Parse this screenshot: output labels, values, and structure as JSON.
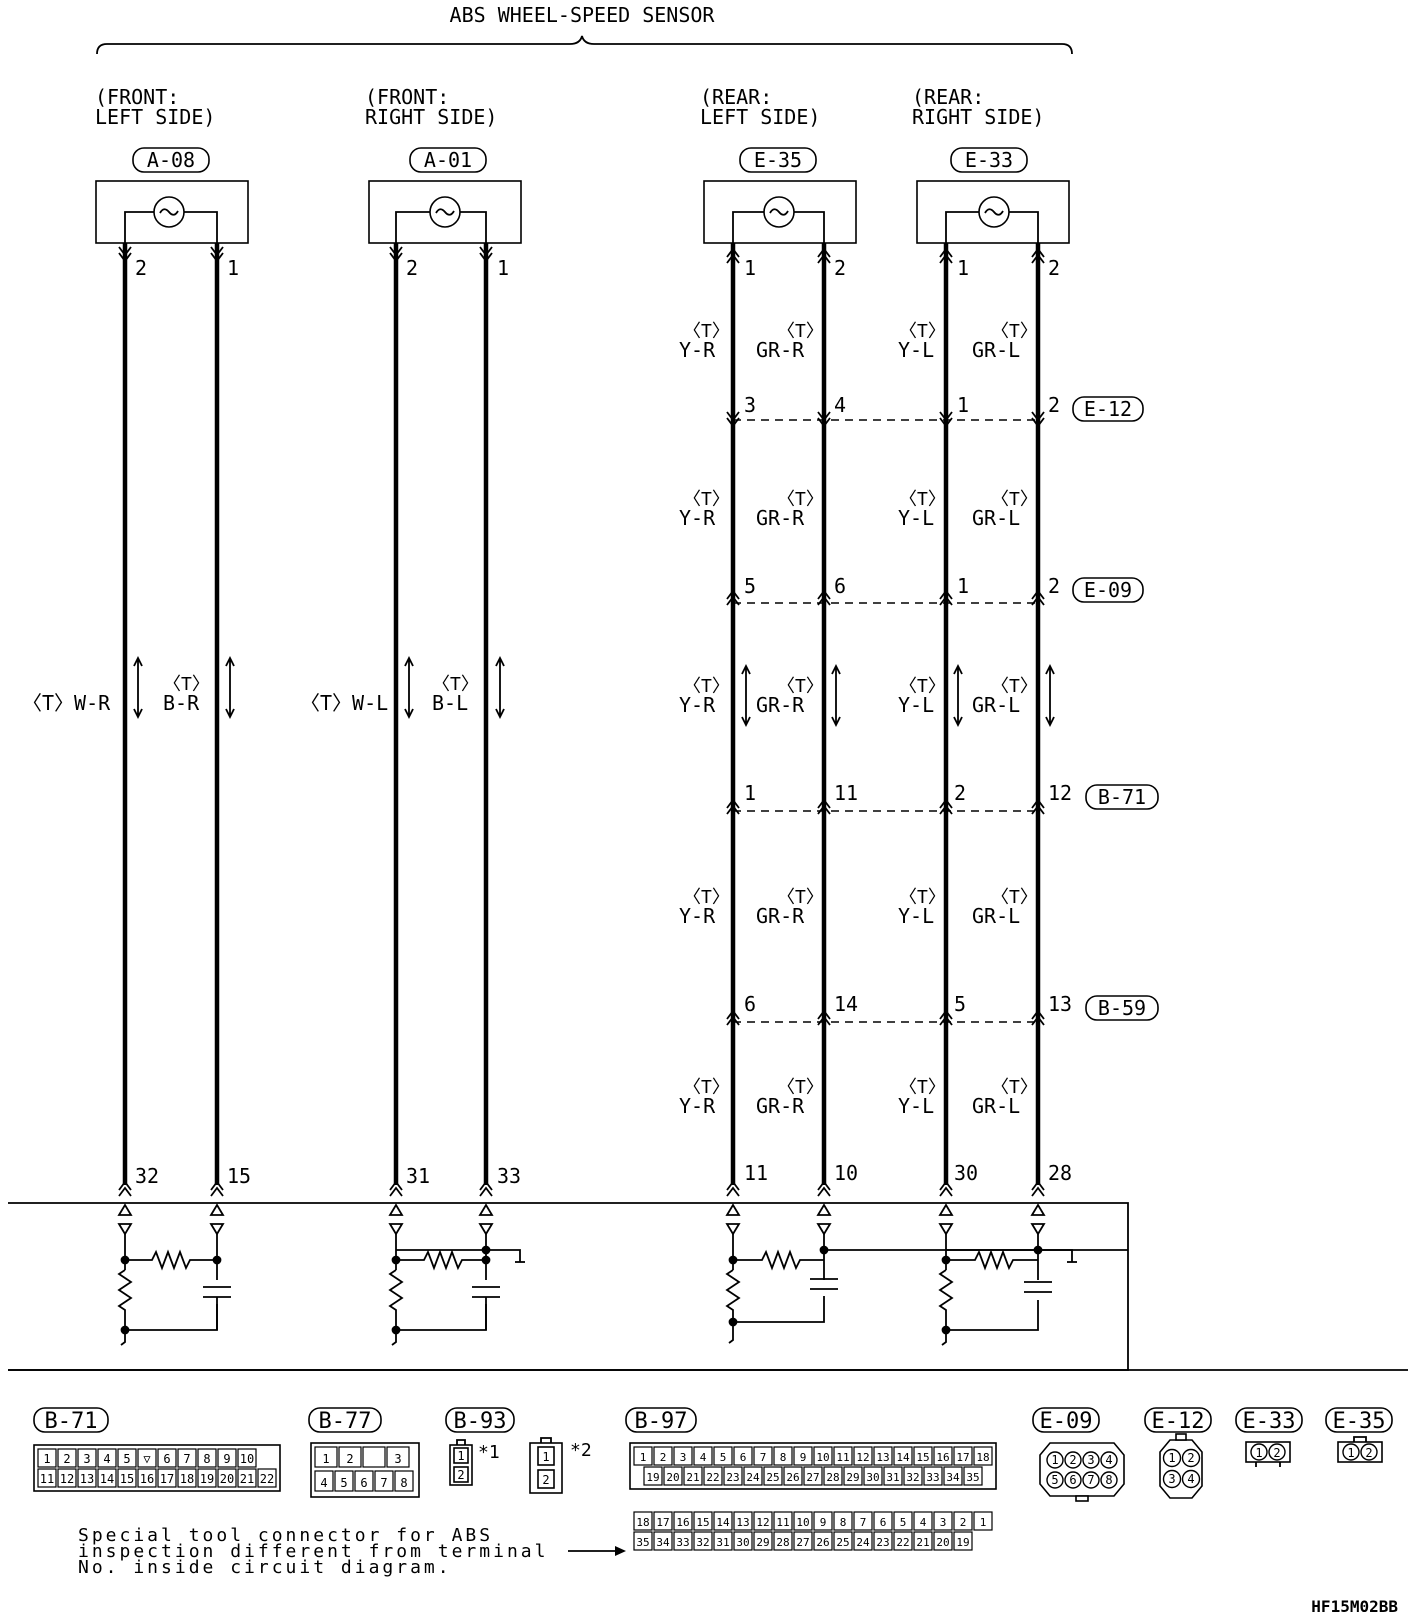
{
  "title": "ABS WHEEL-SPEED SENSOR",
  "sensors": [
    {
      "pos1": "(FRONT:",
      "pos2": "LEFT SIDE)",
      "code": "A-08",
      "top_left": "2",
      "top_right": "1",
      "bot_left": "32",
      "bot_right": "15",
      "wire_left": "〈T〉W-R",
      "wire_right_t": "〈T〉",
      "wire_right": "B-R"
    },
    {
      "pos1": "(FRONT:",
      "pos2": "RIGHT SIDE)",
      "code": "A-01",
      "top_left": "2",
      "top_right": "1",
      "bot_left": "31",
      "bot_right": "33",
      "wire_left": "〈T〉W-L",
      "wire_right_t": "〈T〉",
      "wire_right": "B-L"
    },
    {
      "pos1": "(REAR:",
      "pos2": "LEFT SIDE)",
      "code": "E-35",
      "top_left": "1",
      "top_right": "2",
      "bot_left": "11",
      "bot_right": "10",
      "wl": "Y-R",
      "wr": "GR-R"
    },
    {
      "pos1": "(REAR:",
      "pos2": "RIGHT SIDE)",
      "code": "E-33",
      "top_left": "1",
      "top_right": "2",
      "bot_left": "30",
      "bot_right": "28",
      "wl": "Y-L",
      "wr": "GR-L"
    }
  ],
  "t_mark": "〈T〉",
  "junctions": [
    {
      "code": "E-12",
      "pins": [
        "3",
        "4",
        "1",
        "2"
      ]
    },
    {
      "code": "E-09",
      "pins": [
        "5",
        "6",
        "1",
        "2"
      ]
    },
    {
      "code": "B-71",
      "pins": [
        "1",
        "11",
        "2",
        "12"
      ]
    },
    {
      "code": "B-59",
      "pins": [
        "6",
        "14",
        "5",
        "13"
      ]
    }
  ],
  "connectors": {
    "b71": {
      "label": "B-71",
      "row1": [
        "1",
        "2",
        "3",
        "4",
        "5",
        "▽",
        "6",
        "7",
        "8",
        "9",
        "10"
      ],
      "row2": [
        "11",
        "12",
        "13",
        "14",
        "15",
        "16",
        "17",
        "18",
        "19",
        "20",
        "21",
        "22"
      ]
    },
    "b77": {
      "label": "B-77",
      "row1": [
        "1",
        "2",
        "",
        "3"
      ],
      "row2": [
        "4",
        "5",
        "6",
        "7",
        "8"
      ]
    },
    "b93": {
      "label": "B-93",
      "mark1": "*1",
      "mark2": "*2",
      "pins": [
        "1",
        "2"
      ]
    },
    "b97": {
      "label": "B-97",
      "row1": [
        "1",
        "2",
        "3",
        "4",
        "5",
        "6",
        "7",
        "8",
        "9",
        "10",
        "11",
        "12",
        "13",
        "14",
        "15",
        "16",
        "17",
        "18"
      ],
      "row2": [
        "19",
        "20",
        "21",
        "22",
        "23",
        "24",
        "25",
        "26",
        "27",
        "28",
        "29",
        "30",
        "31",
        "32",
        "33",
        "34",
        "35"
      ],
      "row3": [
        "18",
        "17",
        "16",
        "15",
        "14",
        "13",
        "12",
        "11",
        "10",
        "9",
        "8",
        "7",
        "6",
        "5",
        "4",
        "3",
        "2",
        "1"
      ],
      "row4": [
        "35",
        "34",
        "33",
        "32",
        "31",
        "30",
        "29",
        "28",
        "27",
        "26",
        "25",
        "24",
        "23",
        "22",
        "21",
        "20",
        "19"
      ]
    },
    "e09": {
      "label": "E-09",
      "pins": [
        "1",
        "2",
        "3",
        "4",
        "5",
        "6",
        "7",
        "8"
      ]
    },
    "e12": {
      "label": "E-12",
      "pins": [
        "1",
        "2",
        "3",
        "4"
      ]
    },
    "e33": {
      "label": "E-33",
      "pins": [
        "1",
        "2"
      ]
    },
    "e35": {
      "label": "E-35",
      "pins": [
        "1",
        "2"
      ]
    }
  },
  "note": {
    "line1": "Special tool connector for ABS",
    "line2": "inspection different from terminal",
    "line3": "No. inside circuit diagram."
  },
  "figure_id": "HF15M02BB"
}
